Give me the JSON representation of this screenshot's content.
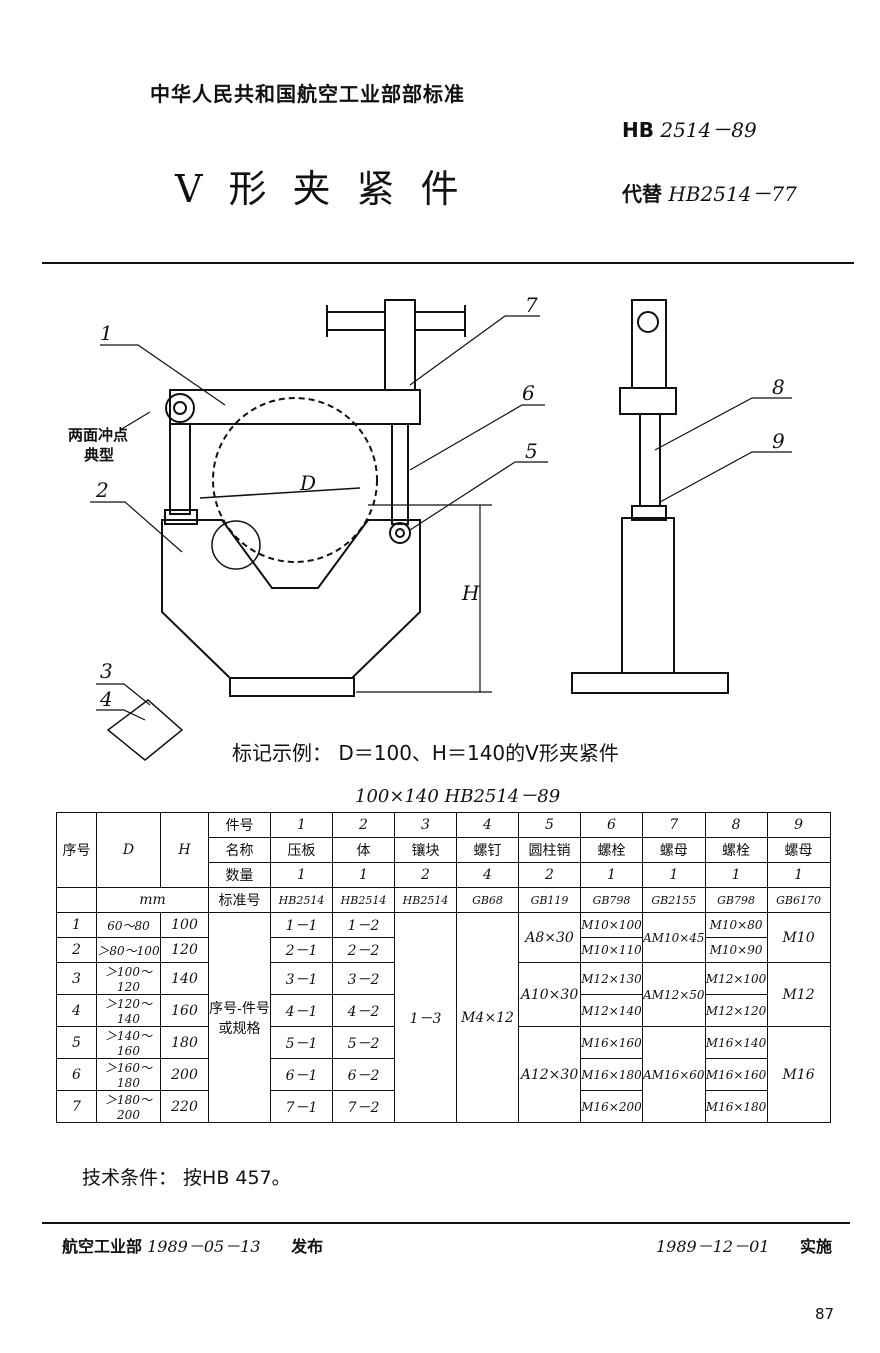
{
  "header": {
    "org_standard": "中华人民共和国航空工业部部标准",
    "code_prefix": "HB",
    "code": "2514－89",
    "title": "V形夹紧件",
    "replace_prefix": "代替",
    "replace_code": "HB2514－77"
  },
  "drawing": {
    "callouts": [
      "1",
      "2",
      "3",
      "4",
      "5",
      "6",
      "7",
      "8",
      "9"
    ],
    "note_line1": "两面冲点",
    "note_line2": "典型",
    "dim_d": "D",
    "dim_h": "H"
  },
  "marking": {
    "example": "标记示例：  D＝100、H＝140的V形夹紧件",
    "code": "100×140  HB2514－89"
  },
  "table": {
    "seq_label": "序号",
    "col_d": "D",
    "col_h": "H",
    "row_part_no": "件号",
    "row_name": "名称",
    "row_qty": "数量",
    "row_std": "标准号",
    "unit": "mm",
    "part_nos": [
      "1",
      "2",
      "3",
      "4",
      "5",
      "6",
      "7",
      "8",
      "9"
    ],
    "names": [
      "压板",
      "体",
      "镶块",
      "螺钉",
      "圆柱销",
      "螺栓",
      "螺母",
      "螺栓",
      "螺母"
    ],
    "qtys": [
      "1",
      "1",
      "2",
      "4",
      "2",
      "1",
      "1",
      "1",
      "1"
    ],
    "stds": [
      "HB2514",
      "HB2514",
      "HB2514",
      "GB68",
      "GB119",
      "GB798",
      "GB2155",
      "GB798",
      "GB6170"
    ],
    "seq_spec_label_1": "序号-件号",
    "seq_spec_label_2": "或规格",
    "rows": [
      {
        "seq": "1",
        "d": "60～80",
        "h": "100",
        "p1": "1－1",
        "p2": "1－2",
        "p6": "M10×100",
        "p8": "M10×80"
      },
      {
        "seq": "2",
        "d": "＞80～100",
        "h": "120",
        "p1": "2－1",
        "p2": "2－2",
        "p6": "M10×110",
        "p8": "M10×90"
      },
      {
        "seq": "3",
        "d": "＞100～120",
        "h": "140",
        "p1": "3－1",
        "p2": "3－2",
        "p6": "M12×130",
        "p8": "M12×100"
      },
      {
        "seq": "4",
        "d": "＞120～140",
        "h": "160",
        "p1": "4－1",
        "p2": "4－2",
        "p6": "M12×140",
        "p8": "M12×120"
      },
      {
        "seq": "5",
        "d": "＞140～160",
        "h": "180",
        "p1": "5－1",
        "p2": "5－2",
        "p6": "M16×160",
        "p8": "M16×140"
      },
      {
        "seq": "6",
        "d": "＞160～180",
        "h": "200",
        "p1": "6－1",
        "p2": "6－2",
        "p6": "M16×180",
        "p8": "M16×160"
      },
      {
        "seq": "7",
        "d": "＞180～200",
        "h": "220",
        "p1": "7－1",
        "p2": "7－2",
        "p6": "M16×200",
        "p8": "M16×180"
      }
    ],
    "p3_all": "1－3",
    "p4_all": "M4×12",
    "p5_groups": [
      "A8×30",
      "A10×30",
      "A12×30"
    ],
    "p7_groups": [
      "AM10×45",
      "AM12×50",
      "AM16×60"
    ],
    "p9_groups": [
      "M10",
      "M12",
      "M16"
    ]
  },
  "tech_requirements": "技术条件：  按HB 457。",
  "footer": {
    "issuer": "航空工业部",
    "issue_date": "1989－05－13",
    "issue_label": "发布",
    "impl_date": "1989－12－01",
    "impl_label": "实施"
  },
  "page_number": "87"
}
